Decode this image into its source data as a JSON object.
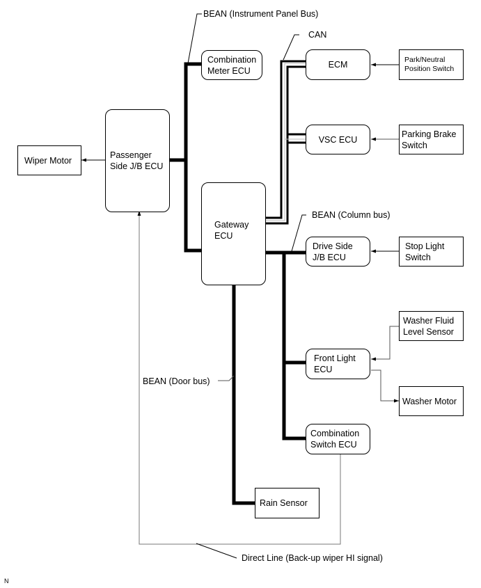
{
  "diagram": {
    "nodes": {
      "wiper_motor": "Wiper Motor",
      "passenger_jb": [
        "Passenger",
        "Side J/B ECU"
      ],
      "combination_meter": [
        "Combination",
        "Meter ECU"
      ],
      "gateway": [
        "Gateway",
        "ECU"
      ],
      "ecm": "ECM",
      "vsc": "VSC ECU",
      "park_neutral": [
        "Park/Neutral",
        "Position Switch"
      ],
      "parking_brake": [
        "Parking Brake",
        "Switch"
      ],
      "drive_side_jb": [
        "Drive Side",
        "J/B ECU"
      ],
      "stop_light": [
        "Stop Light",
        "Switch"
      ],
      "washer_fluid": [
        "Washer Fluid",
        "Level Sensor"
      ],
      "front_light": [
        "Front Light",
        "ECU"
      ],
      "washer_motor": "Washer Motor",
      "combination_switch": [
        "Combination",
        "Switch ECU"
      ],
      "rain_sensor": "Rain Sensor"
    },
    "labels": {
      "bean_instrument": "BEAN (Instrument Panel Bus)",
      "can": "CAN",
      "bean_column": "BEAN (Column bus)",
      "bean_door": "BEAN (Door bus)",
      "direct_line": "Direct Line (Back-up wiper HI signal)",
      "corner_mark": "N"
    }
  }
}
